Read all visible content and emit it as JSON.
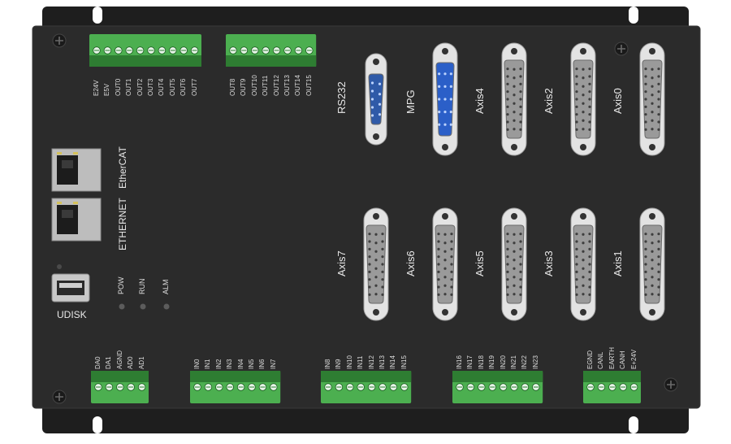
{
  "top_terminals": [
    {
      "id": "out-left",
      "pins": [
        "E24V",
        "E5V",
        "OUT0",
        "OUT1",
        "OUT2",
        "OUT3",
        "OUT4",
        "OUT5",
        "OUT6",
        "OUT7"
      ]
    },
    {
      "id": "out-right",
      "pins": [
        "OUT8",
        "OUT9",
        "OUT10",
        "OUT11",
        "OUT12",
        "OUT13",
        "OUT14",
        "OUT15"
      ]
    }
  ],
  "bottom_terminals": [
    {
      "id": "analog",
      "pins": [
        "DA0",
        "DA1",
        "AGND",
        "AD0",
        "AD1"
      ]
    },
    {
      "id": "in-0-7",
      "pins": [
        "IN0",
        "IN1",
        "IN2",
        "IN3",
        "IN4",
        "IN5",
        "IN6",
        "IN7"
      ]
    },
    {
      "id": "in-8-15",
      "pins": [
        "IN8",
        "IN9",
        "IN10",
        "IN11",
        "IN12",
        "IN13",
        "IN14",
        "IN15"
      ]
    },
    {
      "id": "in-16-23",
      "pins": [
        "IN16",
        "IN17",
        "IN18",
        "IN19",
        "IN20",
        "IN21",
        "IN22",
        "IN23"
      ]
    },
    {
      "id": "can",
      "pins": [
        "EGND",
        "CANL",
        "EARTH",
        "CANH",
        "E+24V"
      ]
    }
  ],
  "ports": {
    "ethercat": "EtherCAT",
    "ethernet": "ETHERNET",
    "udisk": "UDISK"
  },
  "leds": [
    "POW",
    "RUN",
    "ALM"
  ],
  "connectors_top": [
    {
      "label": "RS232",
      "color": "#2f5aa8",
      "size": "small"
    },
    {
      "label": "MPG",
      "color": "#2b5fc8",
      "size": "medium"
    },
    {
      "label": "Axis4",
      "color": "#9a9a9a",
      "size": "large"
    },
    {
      "label": "Axis2",
      "color": "#9a9a9a",
      "size": "large"
    },
    {
      "label": "Axis0",
      "color": "#9a9a9a",
      "size": "large"
    }
  ],
  "connectors_bottom": [
    {
      "label": "Axis7",
      "color": "#9a9a9a",
      "size": "large"
    },
    {
      "label": "Axis6",
      "color": "#9a9a9a",
      "size": "large"
    },
    {
      "label": "Axis5",
      "color": "#9a9a9a",
      "size": "large"
    },
    {
      "label": "Axis3",
      "color": "#9a9a9a",
      "size": "large"
    },
    {
      "label": "Axis1",
      "color": "#9a9a9a",
      "size": "large"
    }
  ],
  "colors": {
    "body": "#2b2b2b",
    "flange": "#1e1e1e",
    "terminal_green": "#4caf50",
    "terminal_dark": "#2e7d32"
  }
}
